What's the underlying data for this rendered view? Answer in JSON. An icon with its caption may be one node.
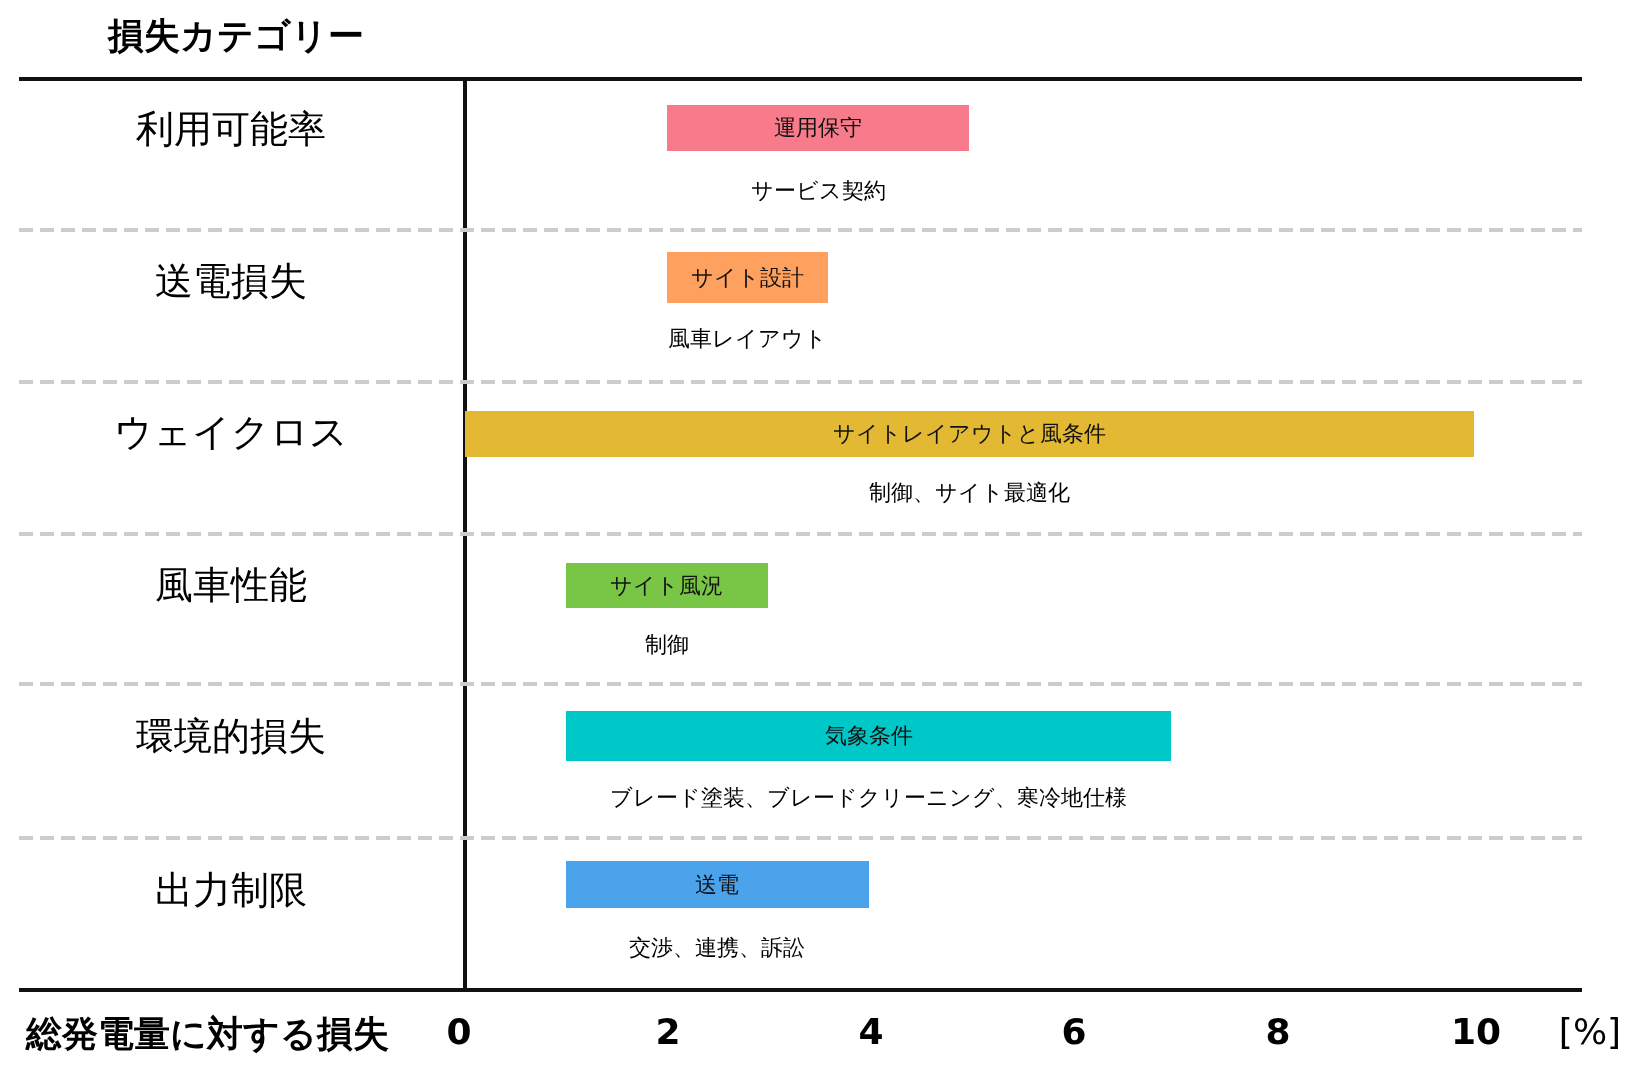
{
  "diagram": {
    "title": "損失カテゴリー",
    "nodes": [
      {
        "text": [
          "運用保守"
        ],
        "beside": [
          "サービス契約"
        ]
      },
      {
        "text": [
          "サイト設計"
        ],
        "beside": [
          "風車レイアウト"
        ]
      },
      {
        "text": [
          "サイトレイアウトと風条件"
        ],
        "beside": [
          "制御、サイト最適化"
        ]
      },
      {
        "text": [
          "サイト風況"
        ],
        "beside": [
          "制御"
        ]
      },
      {
        "text": [
          "気象条件"
        ],
        "beside": [
          "ブレード塗装、ブレードクリーニング、寒冷地仕様"
        ]
      },
      {
        "text": [
          "送電"
        ],
        "beside": [
          "交渉、連携、訴訟"
        ]
      }
    ],
    "edges": [],
    "labels": [
      "利用可能率",
      "送電損失",
      "ウェイクロス",
      "風車性能",
      "環境的損失",
      "出力制限",
      "総発電量に対する損失",
      "0",
      "2",
      "4",
      "6",
      "8",
      "10",
      "[%]"
    ]
  }
}
